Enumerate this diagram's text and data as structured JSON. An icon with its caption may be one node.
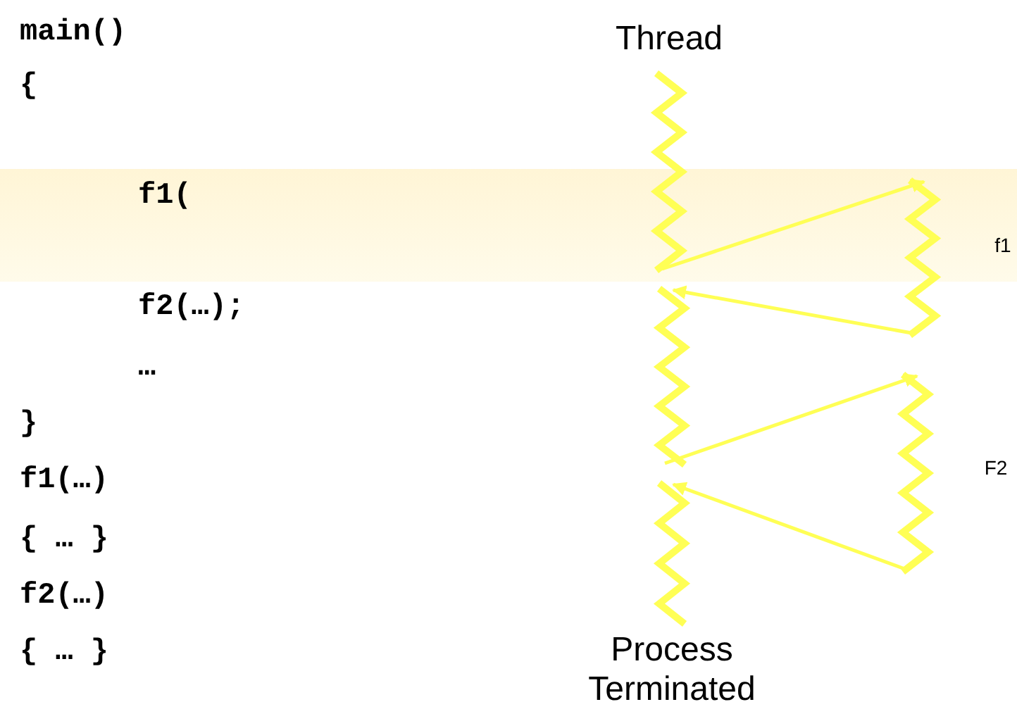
{
  "diagram": {
    "nodes": [
      {
        "text": [],
        "shape": "zigzag",
        "beside": [
          "Thread"
        ]
      },
      {
        "text": [],
        "shape": "zigzag",
        "beside": [
          "f1"
        ]
      },
      {
        "text": [],
        "shape": "zigzag"
      },
      {
        "text": [],
        "shape": "zigzag",
        "beside": [
          "F2"
        ]
      },
      {
        "text": [],
        "shape": "zigzag",
        "beside": [
          "Process Terminated"
        ]
      }
    ],
    "edges": [
      {
        "from": 0,
        "to": 1,
        "arrow": "to"
      },
      {
        "from": 1,
        "to": 2,
        "arrow": "to"
      },
      {
        "from": 2,
        "to": 3,
        "arrow": "to"
      },
      {
        "from": 3,
        "to": 4,
        "arrow": "to"
      }
    ],
    "labels": [
      "main()",
      "{",
      "f1(",
      "f2(…);",
      "…",
      "}",
      "f1(…)",
      "{ … }",
      "f2(…)",
      "{ … }"
    ]
  }
}
